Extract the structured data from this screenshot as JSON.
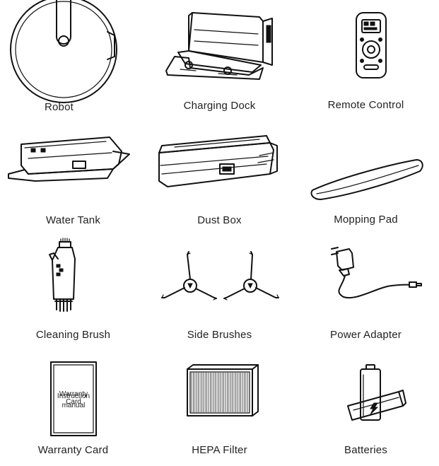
{
  "items": [
    {
      "label": "Robot",
      "icon": "robot-vacuum-icon"
    },
    {
      "label": "Charging Dock",
      "icon": "charging-dock-icon"
    },
    {
      "label": "Remote Control",
      "icon": "remote-control-icon"
    },
    {
      "label": "Water Tank",
      "icon": "water-tank-icon"
    },
    {
      "label": "Dust Box",
      "icon": "dust-box-icon"
    },
    {
      "label": "Mopping Pad",
      "icon": "mopping-pad-icon"
    },
    {
      "label": "Cleaning Brush",
      "icon": "cleaning-brush-icon"
    },
    {
      "label": "Side Brushes",
      "icon": "side-brushes-icon"
    },
    {
      "label": "Power Adapter",
      "icon": "power-adapter-icon"
    },
    {
      "label": "Warranty Card",
      "icon": "warranty-card-icon"
    },
    {
      "label": "HEPA Filter",
      "icon": "hepa-filter-icon"
    },
    {
      "label": "Batteries",
      "icon": "batteries-icon"
    }
  ],
  "card": {
    "warranty_line1": "Warranty",
    "warranty_line2": "Card",
    "manual_line1": "Instruction",
    "manual_line2": "manual"
  }
}
